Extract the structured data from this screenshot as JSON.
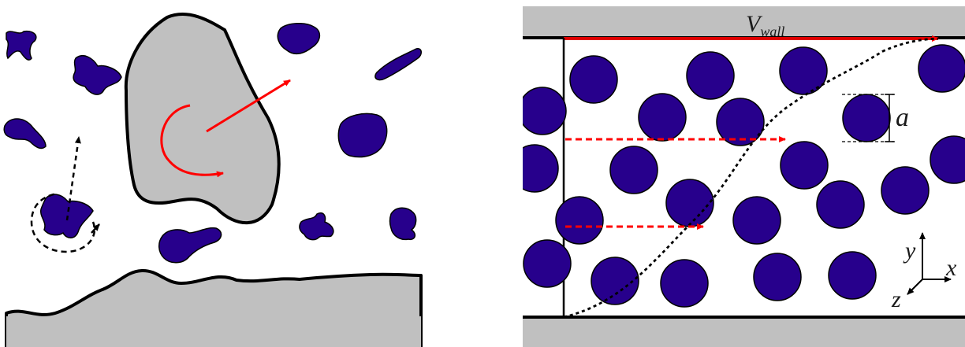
{
  "left_panel": {
    "colors": {
      "particle_fill": "#27008c",
      "large_body_fill": "#c0c0c0",
      "outline": "#000000",
      "arrow_red": "#ff0000"
    }
  },
  "right_panel": {
    "wall_velocity_label": "V",
    "wall_velocity_subscript": "wall",
    "diameter_label": "a",
    "axes": {
      "x": "x",
      "y": "y",
      "z": "z"
    },
    "colors": {
      "particle_fill": "#27008c",
      "wall_fill": "#c0c0c0",
      "arrow_red": "#ff0000"
    }
  }
}
